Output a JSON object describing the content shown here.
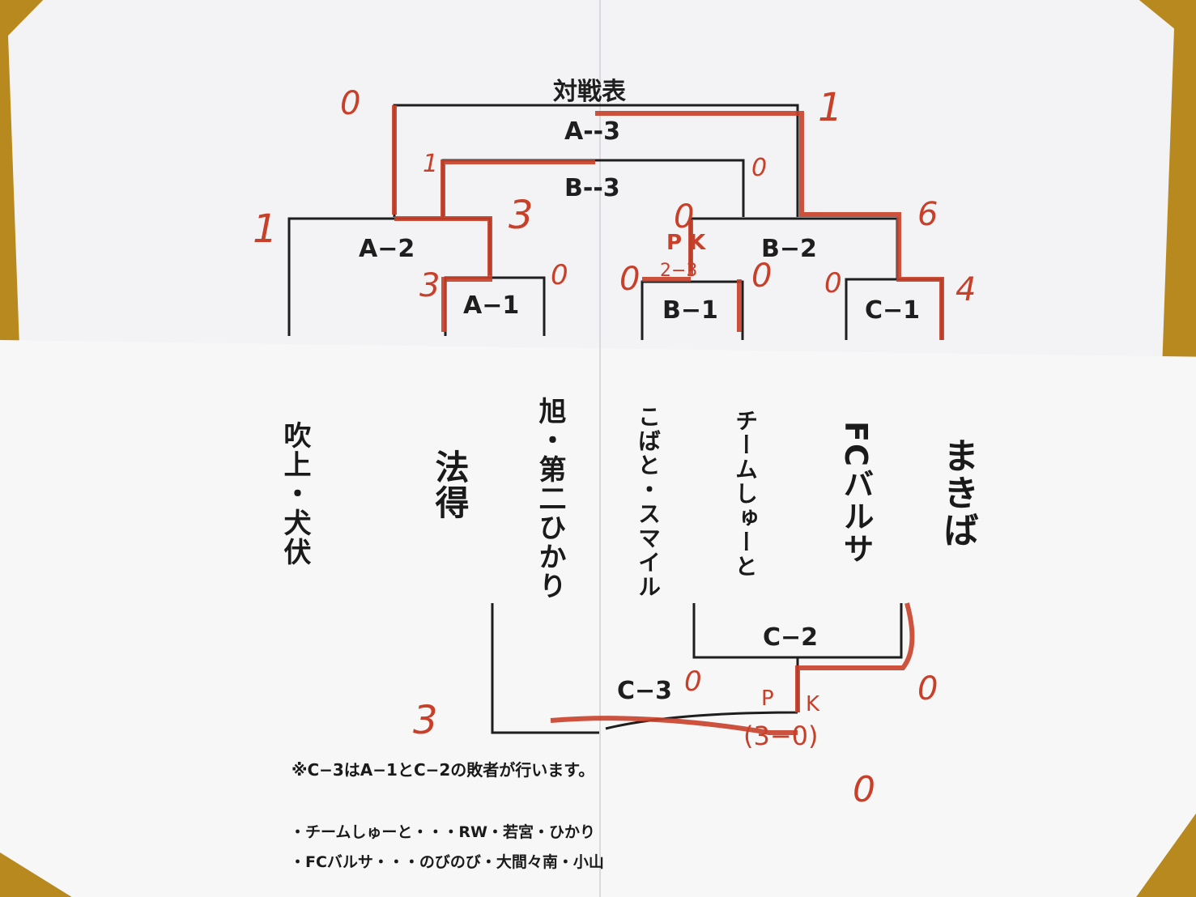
{
  "title": "対戦表",
  "matches": {
    "a3": "A--3",
    "b3": "B--3",
    "a2": "A−2",
    "a1": "A−1",
    "b2": "B−2",
    "b1": "B−1",
    "c1": "C−1",
    "c2": "C−2",
    "c3": "C−3"
  },
  "teams": [
    "吹上・犬伏",
    "法得",
    "旭・第二ひかり",
    "こばと・スマイル",
    "チームしゅーと",
    "FCバルサ",
    "まきば"
  ],
  "scores": {
    "a3_left": "0",
    "a3_right": "1",
    "b3_left": "1",
    "b3_right": "0",
    "a2_left": "1",
    "a2_right": "3",
    "a1_left": "3",
    "a1_right": "0",
    "b2_left": "0",
    "b2_right": "6",
    "b2_pk": "P K",
    "b2_pk_score": "2−3",
    "b1_left": "0",
    "b1_right": "0",
    "c1_left": "0",
    "c1_right": "4",
    "c2_right": "0",
    "c3_left": "3",
    "c3_right": "0",
    "c3_pk_p": "P",
    "c3_pk_k": "K",
    "c3_pk_score": "(3−0)",
    "c3_extra": "0"
  },
  "notes": [
    "※C−3はA−1とC−2の敗者が行います。",
    "・チームしゅーと・・・RW・若宮・ひかり",
    "・FCバルサ・・・のびのび・大間々南・小山"
  ],
  "colors": {
    "ink": "#1e1e1e",
    "marker": "#c8402a",
    "paper": "#f5f5f6",
    "board": "#b8891f"
  }
}
